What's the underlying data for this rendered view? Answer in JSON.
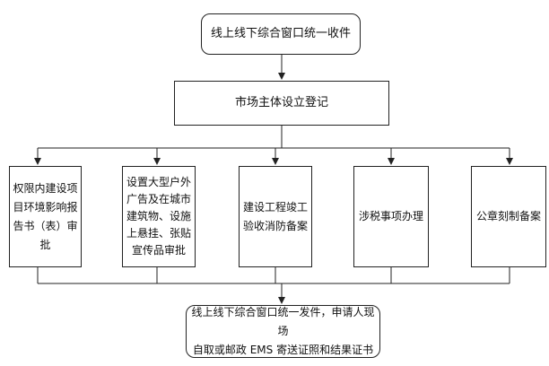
{
  "nodes": {
    "start": "线上线下综合窗口统一收件",
    "registration": "市场主体设立登记",
    "env_approval": "权限内建设项\n目环境影响报\n告书（表）审\n批",
    "outdoor_ad": "设置大型户外\n广告及在城市\n建筑物、设施\n上悬挂、张贴\n宣传品审批",
    "fire_acceptance": "建设工程竣工\n验收消防备案",
    "tax": "涉税事项办理",
    "seal": "公章刻制备案",
    "end": "线上线下综合窗口统一发件，申请人现场\n自取或邮政 EMS 寄送证照和结果证书"
  }
}
